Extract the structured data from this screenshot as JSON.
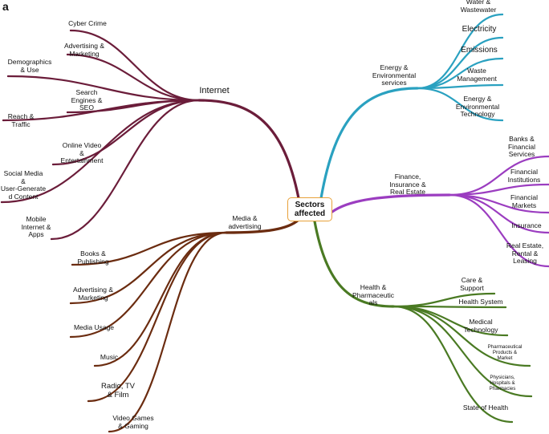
{
  "panel_label": "a",
  "center_label": "Sectors\naffected",
  "branches": [
    {
      "id": "internet",
      "label": "Internet",
      "color": "#6b1d3a",
      "children": [
        "Cyber Crime",
        "Advertising  &\nMarketing",
        "Demographics\n&  Use",
        "Search\nEngines  &\nSEO",
        "Reach  &\nTraffic",
        "Online  Video\n&\nEntertainment",
        "Social  Media\n&\nUser-Generate\nd  Content",
        "Mobile\nInternet  &\nApps"
      ]
    },
    {
      "id": "media",
      "label": "Media  &\nadvertising",
      "color": "#6b2c10",
      "children": [
        "Books  &\nPublishing",
        "Advertising  &\nMarketing",
        "Media Usage",
        "Music",
        "Radio,  TV\n&  Film",
        "Video  Games\n&  Gaming"
      ]
    },
    {
      "id": "energy",
      "label": "Energy  &\nEnvironmental\nservices",
      "color": "#2aa1c0",
      "children": [
        "Water  &\nWastewater",
        "Electricity",
        "Emissions",
        "Waste\nManagement",
        "Energy  &\nEnvironmental\nTechnology"
      ]
    },
    {
      "id": "finance",
      "label": "Finance,\nInsurance  &\nReal  Estate",
      "color": "#9b3dc0",
      "children": [
        "Banks  &\nFinancial\nServices",
        "Financial\nInstitutions",
        "Financial\nMarkets",
        "Insurance",
        "Real  Estate,\nRental  &\nLeasing"
      ]
    },
    {
      "id": "health",
      "label": "Health  &\nPharmaceutic\nals",
      "color": "#4a7a23",
      "children": [
        "Care  &\nSupport",
        "Health System",
        "Medical\nTechnology",
        "Pharmaceutical\nProducts  &\nMarket",
        "Physicians,\nHospitals  &\nPharmacies",
        "State of Health"
      ]
    }
  ]
}
